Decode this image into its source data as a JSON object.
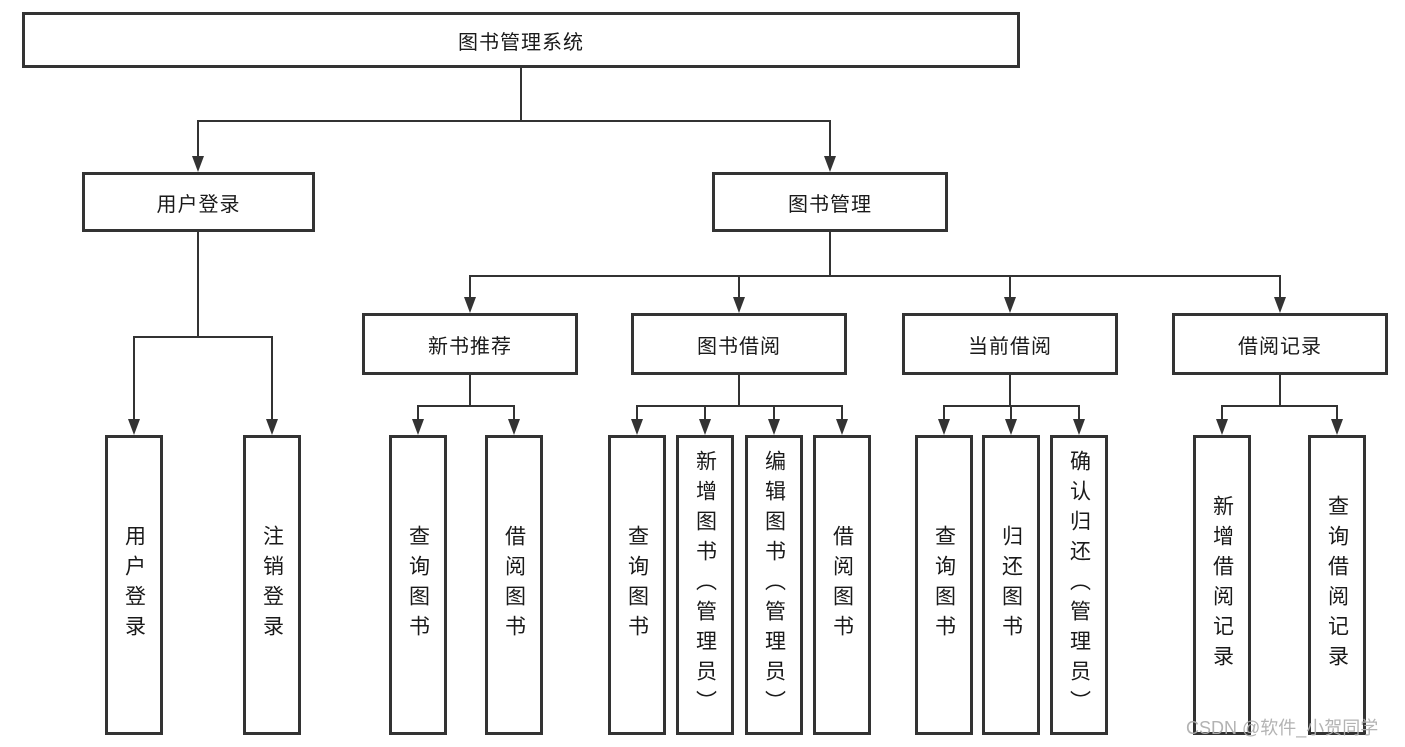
{
  "diagram_title": "图书管理系统",
  "tree": {
    "root": {
      "label": "图书管理系统",
      "children": [
        {
          "label": "用户登录",
          "children": [
            {
              "label": "用户登录"
            },
            {
              "label": "注销登录"
            }
          ]
        },
        {
          "label": "图书管理",
          "children": [
            {
              "label": "新书推荐",
              "children": [
                {
                  "label": "查询图书"
                },
                {
                  "label": "借阅图书"
                }
              ]
            },
            {
              "label": "图书借阅",
              "children": [
                {
                  "label": "查询图书"
                },
                {
                  "label": "新增图书（管理员）"
                },
                {
                  "label": "编辑图书（管理员）"
                },
                {
                  "label": "借阅图书"
                }
              ]
            },
            {
              "label": "当前借阅",
              "children": [
                {
                  "label": "查询图书"
                },
                {
                  "label": "归还图书"
                },
                {
                  "label": "确认归还（管理员）"
                }
              ]
            },
            {
              "label": "借阅记录",
              "children": [
                {
                  "label": "新增借阅记录"
                },
                {
                  "label": "查询借阅记录"
                }
              ]
            }
          ]
        }
      ]
    }
  },
  "watermark": {
    "text": "CSDN @软件_小贺同学"
  },
  "colors": {
    "line": "#333333",
    "box_border": "#333333",
    "text": "#1a1a1a",
    "background": "#ffffff",
    "watermark": "#afafaf"
  }
}
